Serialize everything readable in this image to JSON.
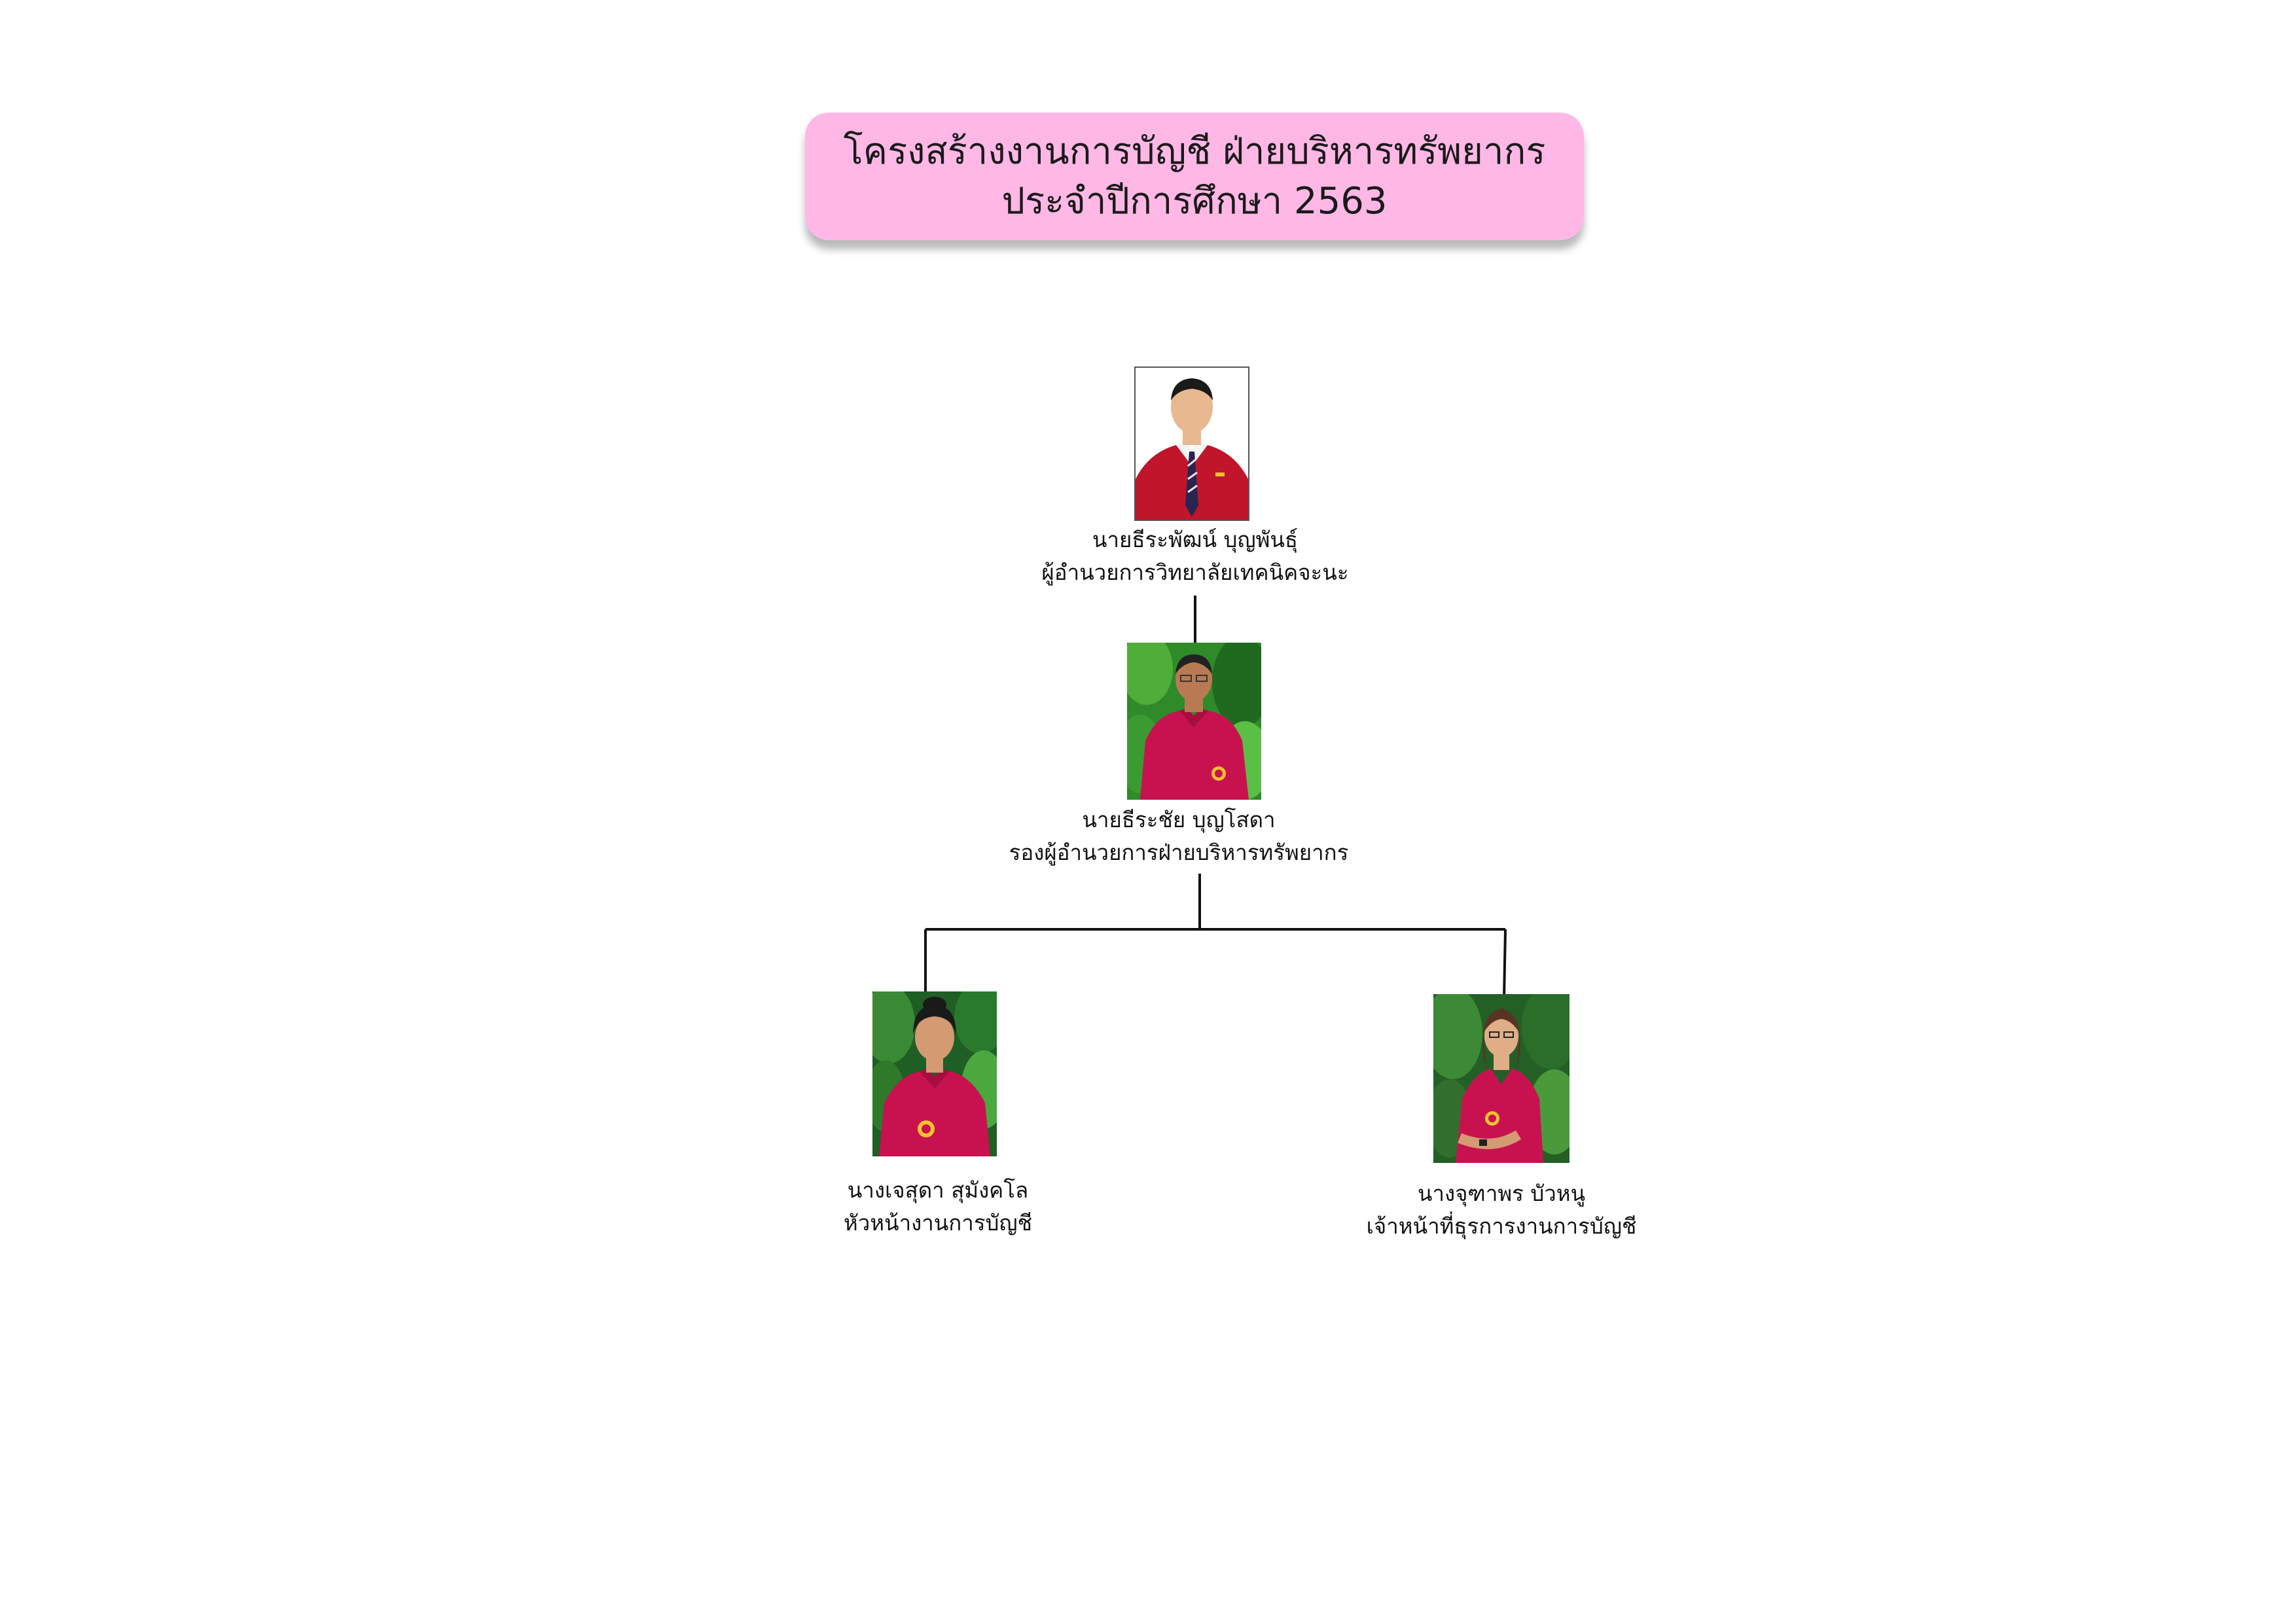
{
  "title": {
    "line1": "โครงสร้างงานการบัญชี  ฝ่ายบริหารทรัพยากร",
    "line2": "ประจำปีการศึกษา 2563"
  },
  "nodes": {
    "director": {
      "name": "นายธีระพัฒน์ บุญพันธุ์",
      "position": "ผู้อำนวยการวิทยาลัยเทคนิคจะนะ"
    },
    "deputy": {
      "name": "นายธีระชัย  บุญโสดา",
      "position": "รองผู้อำนวยการฝ่ายบริหารทรัพยากร"
    },
    "head": {
      "name": "นางเจสุดา  สุมังคโล",
      "position": "หัวหน้างานการบัญชี"
    },
    "officer": {
      "name": "นางจุฑาพร  บัวหนู",
      "position": "เจ้าหน้าที่ธุรการงานการบัญชี"
    }
  },
  "colors": {
    "title_bg": "#ffb8e6",
    "uniform_red": "#c0152b",
    "uniform_pink": "#c8124f",
    "foliage": "#2f8a2a"
  }
}
